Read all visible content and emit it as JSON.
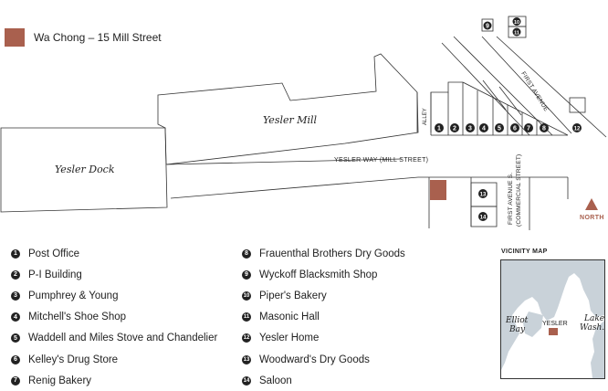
{
  "legend": {
    "swatch_color": "#a9604e",
    "label": "Wa Chong – 15 Mill Street"
  },
  "map_labels": {
    "yesler_dock": "Yesler Dock",
    "yesler_mill": "Yesler Mill",
    "yesler_way": "YESLER WAY (MILL STREET)",
    "alley": "ALLEY",
    "first_avenue": "FIRST AVENUE",
    "first_avenue_s_line1": "FIRST AVENUE S.",
    "first_avenue_s_line2": "(COMMERCIAL STREET)",
    "north": "NORTH"
  },
  "buildings": [
    {
      "num": "1",
      "name": "Post Office"
    },
    {
      "num": "2",
      "name": "P-I Building"
    },
    {
      "num": "3",
      "name": "Pumphrey & Young"
    },
    {
      "num": "4",
      "name": "Mitchell's Shoe Shop"
    },
    {
      "num": "5",
      "name": "Waddell and Miles Stove and Chandelier"
    },
    {
      "num": "6",
      "name": "Kelley's Drug Store"
    },
    {
      "num": "7",
      "name": "Renig Bakery"
    },
    {
      "num": "8",
      "name": "Frauenthal Brothers Dry Goods"
    },
    {
      "num": "9",
      "name": "Wyckoff Blacksmith Shop"
    },
    {
      "num": "10",
      "name": "Piper's Bakery"
    },
    {
      "num": "11",
      "name": "Masonic Hall"
    },
    {
      "num": "12",
      "name": "Yesler Home"
    },
    {
      "num": "13",
      "name": "Woodward's Dry Goods"
    },
    {
      "num": "14",
      "name": "Saloon"
    }
  ],
  "vicinity_map": {
    "title": "VICINITY MAP",
    "elliot_bay": [
      "Elliot",
      "Bay"
    ],
    "yesler": "YESLER",
    "lake_wash": [
      "Lake",
      "Wash."
    ],
    "water_color": "#c9d2d9",
    "marker_color": "#a9604e"
  },
  "colors": {
    "highlight": "#a9604e",
    "north_arrow": "#a9604e",
    "marker": "#222222"
  }
}
